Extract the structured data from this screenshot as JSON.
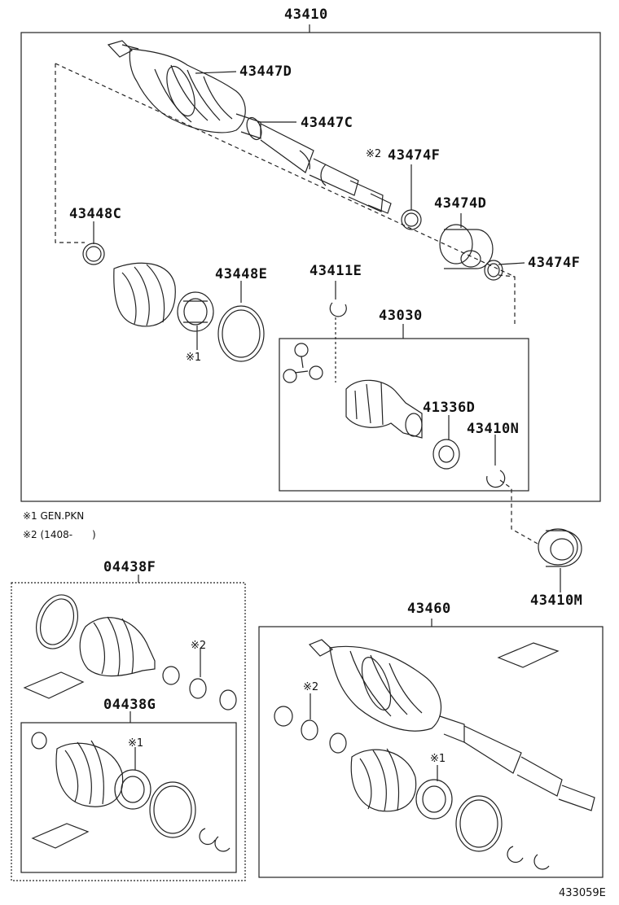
{
  "labels": {
    "main_assembly": "43410",
    "boot_clamp_d": "43447D",
    "boot_clamp_c": "43447C",
    "clamp_f_upper_mark": "※2",
    "clamp_f_upper": "43474F",
    "damper": "43474D",
    "clamp_f_lower": "43474F",
    "clamp_448c": "43448C",
    "clamp_448e": "43448E",
    "snap_ring_411e": "43411E",
    "inboard_joint": "43030",
    "seal_41336d": "41336D",
    "snap_ring_410n": "43410N",
    "bearing_410m": "43410M",
    "mark_1_main": "※1",
    "boot_kit_f": "04438F",
    "boot_kit_g": "04438G",
    "shaft_assembly_2": "43460",
    "kit_f_mark2": "※2",
    "kit_g_mark1": "※1",
    "asm2_mark2": "※2",
    "asm2_mark1": "※1",
    "diagram_id": "433059E"
  },
  "notes": {
    "note1": "※1 GEN.PKN",
    "note2": "※2 (1408-　　)"
  },
  "colors": {
    "line": "#222222",
    "background": "#ffffff"
  }
}
